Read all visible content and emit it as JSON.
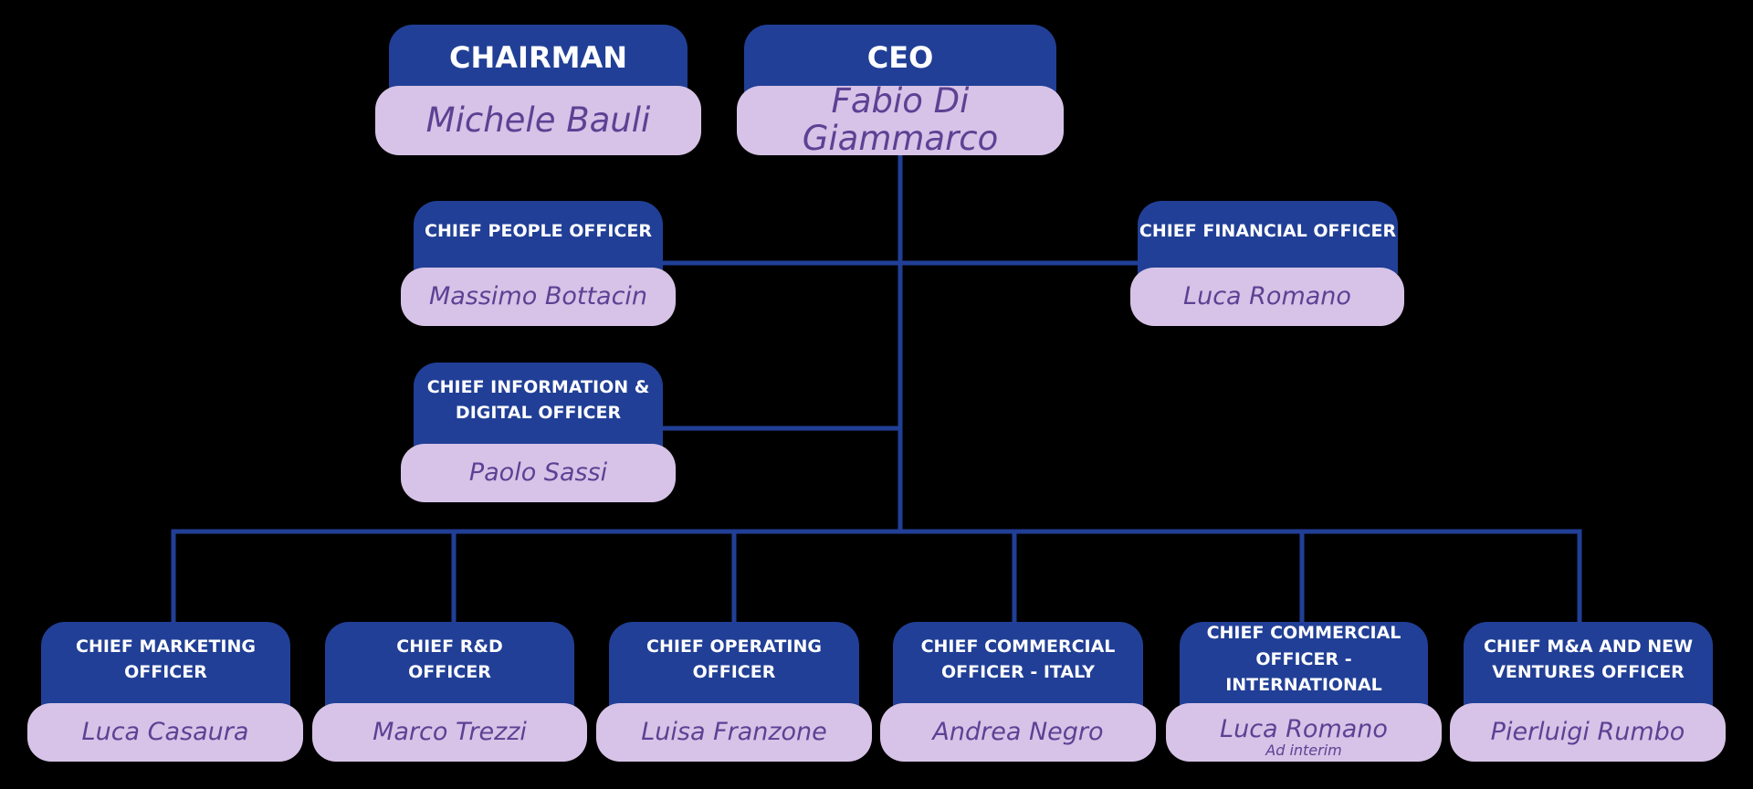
{
  "colors": {
    "background": "#000000",
    "title_fill": "#213f96",
    "title_text": "#ffffff",
    "name_fill": "#d7c3e7",
    "name_text": "#5b4294",
    "connector": "#213f96"
  },
  "org": {
    "chairman": {
      "title": [
        "CHAIRMAN"
      ],
      "name": "Michele Bauli"
    },
    "ceo": {
      "title": [
        "CEO"
      ],
      "name": "Fabio Di Giammarco"
    },
    "people": {
      "title": [
        "CHIEF PEOPLE OFFICER"
      ],
      "name": "Massimo Bottacin"
    },
    "finance": {
      "title": [
        "CHIEF FINANCIAL OFFICER"
      ],
      "name": "Luca Romano"
    },
    "digital": {
      "title": [
        "CHIEF INFORMATION &",
        "DIGITAL OFFICER"
      ],
      "name": "Paolo Sassi"
    },
    "marketing": {
      "title": [
        "CHIEF MARKETING",
        "OFFICER"
      ],
      "name": "Luca Casaura"
    },
    "rnd": {
      "title": [
        "CHIEF R&D",
        "OFFICER"
      ],
      "name": "Marco Trezzi"
    },
    "operating": {
      "title": [
        "CHIEF OPERATING",
        "OFFICER"
      ],
      "name": "Luisa Franzone"
    },
    "commercial_italy": {
      "title": [
        "CHIEF COMMERCIAL",
        "OFFICER - ITALY"
      ],
      "name": "Andrea Negro"
    },
    "commercial_intl": {
      "title": [
        "CHIEF COMMERCIAL",
        "OFFICER - INTERNATIONAL"
      ],
      "name": "Luca Romano",
      "note": "Ad interim"
    },
    "mna": {
      "title": [
        "CHIEF M&A AND NEW",
        "VENTURES OFFICER"
      ],
      "name": "Pierluigi Rumbo"
    }
  }
}
